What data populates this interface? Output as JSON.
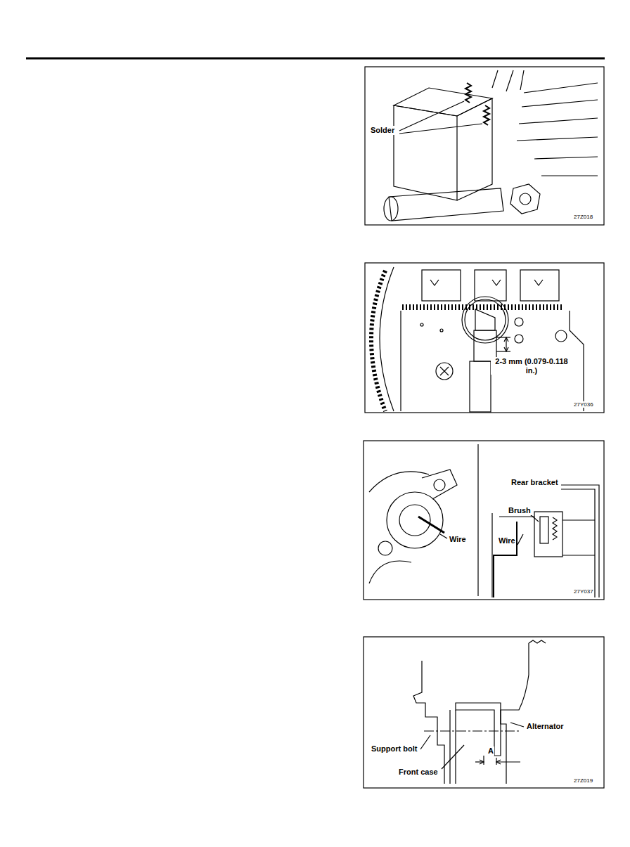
{
  "diagram": {
    "labels": [
      "Solder",
      "27Z018",
      "2-3 mm (0.079-0.118 in.)",
      "27Y036",
      "Wire",
      "Rear bracket",
      "Brush",
      "Wire",
      "27Y037",
      "Support bolt",
      "Alternator",
      "A",
      "Front case",
      "27Z019"
    ]
  }
}
